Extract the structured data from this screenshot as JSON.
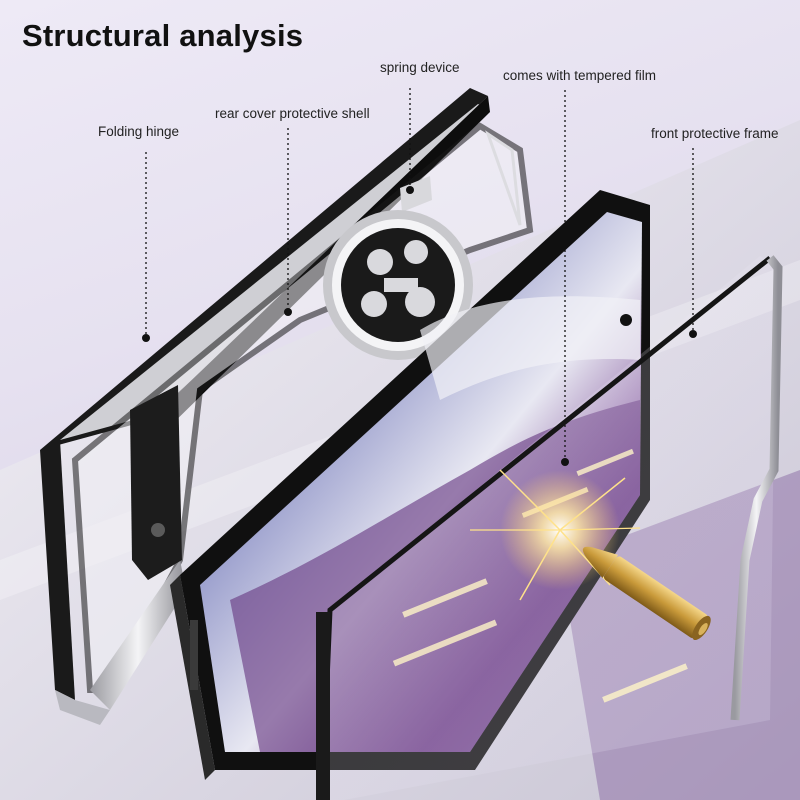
{
  "title": "Structural analysis",
  "labels": {
    "folding_hinge": "Folding hinge",
    "rear_cover": "rear cover protective shell",
    "spring_device": "spring device",
    "tempered_film": "comes with tempered film",
    "front_frame": "front protective frame"
  },
  "colors": {
    "background": "#e6e1f0",
    "frame_black": "#141414",
    "chrome": "#d8d8dc",
    "wallpaper_purple": "#6c3f86",
    "bullet_gold": "#c99a3a"
  },
  "icons": [
    "folding-hinge-icon",
    "rear-cover-shell-icon",
    "spring-stand-icon",
    "camera-module-icon",
    "phone-screen-icon",
    "tempered-film-icon",
    "bullet-icon",
    "spark-icon"
  ]
}
